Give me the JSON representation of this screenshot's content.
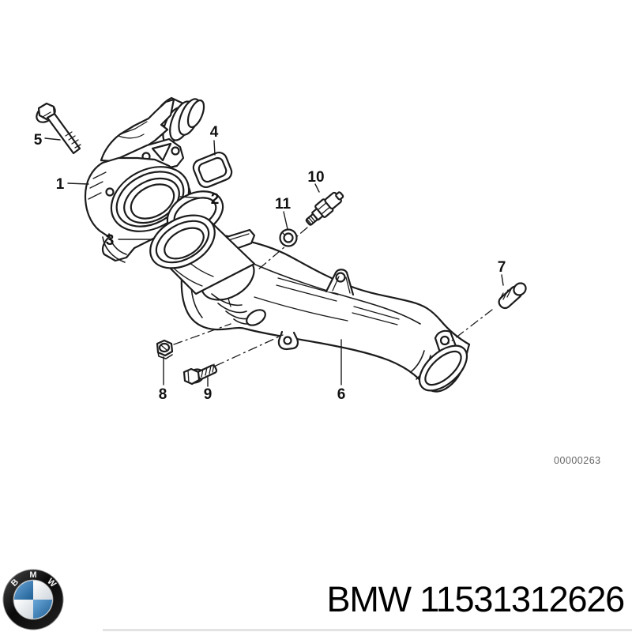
{
  "page": {
    "background": "#ffffff"
  },
  "diagram": {
    "watermark": "00000263",
    "callouts": [
      {
        "number": "1"
      },
      {
        "number": "2"
      },
      {
        "number": "3"
      },
      {
        "number": "4"
      },
      {
        "number": "5"
      },
      {
        "number": "6"
      },
      {
        "number": "7"
      },
      {
        "number": "8"
      },
      {
        "number": "9"
      },
      {
        "number": "10"
      },
      {
        "number": "11"
      }
    ]
  },
  "footer": {
    "brand": "BMW",
    "part_number": "11531312626"
  },
  "logo": {
    "letters": [
      "B",
      "M",
      "W"
    ]
  },
  "colors": {
    "line": "#1c1c1c",
    "watermark_text": "#666666",
    "footer_text": "#000000",
    "bmw_blue": "#3079b5",
    "logo_ring": "#0a0a0a"
  }
}
